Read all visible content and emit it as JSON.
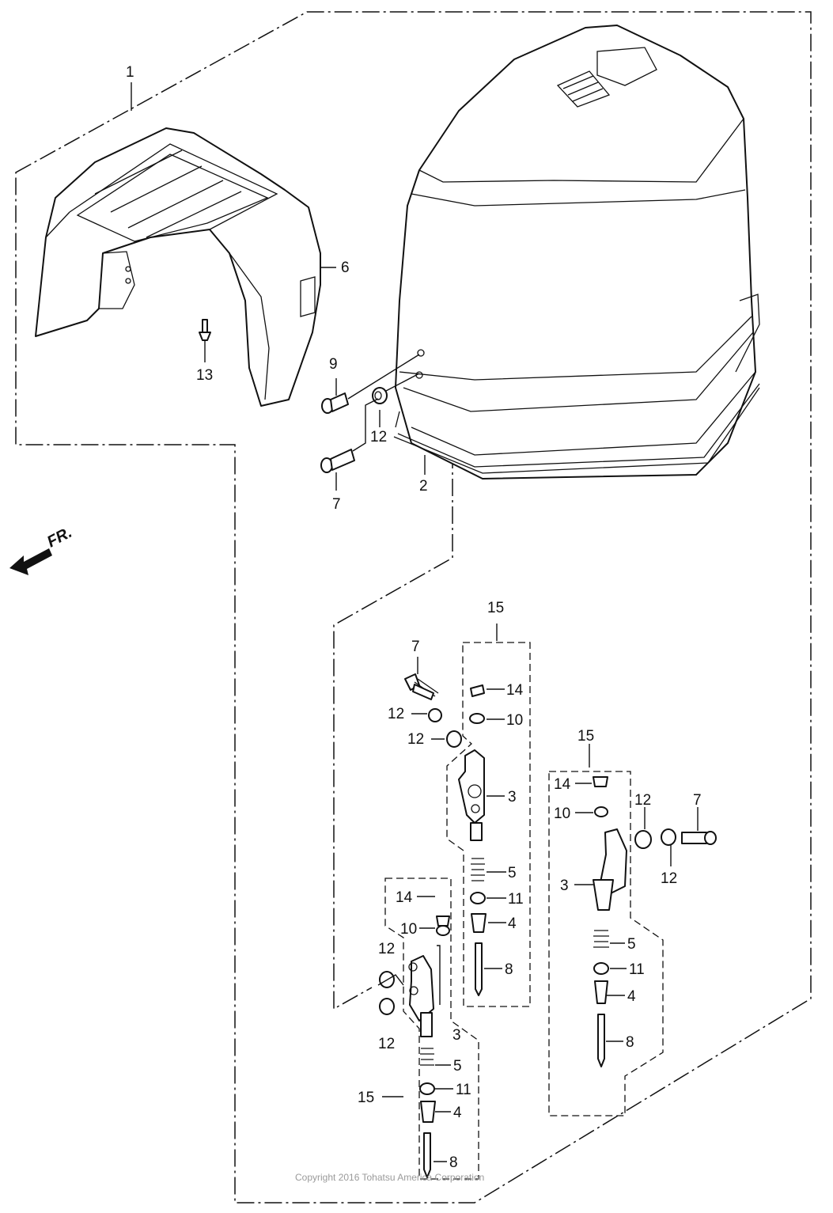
{
  "diagram": {
    "labels": {
      "l1": "1",
      "l2": "2",
      "l6": "6",
      "l7a": "7",
      "l9": "9",
      "l12a": "12",
      "l13": "13",
      "l15a": "15",
      "l7b": "7",
      "l12b": "12",
      "l12c": "12",
      "l14a": "14",
      "l10a": "10",
      "l3a": "3",
      "l5a": "5",
      "l11a": "11",
      "l4a": "4",
      "l8a": "8",
      "l14b": "14",
      "l10b": "10",
      "l12d": "12",
      "l3b": "3",
      "l12e": "12",
      "l15b": "15",
      "l5b": "5",
      "l11b": "11",
      "l4b": "4",
      "l8b": "8",
      "l15c": "15",
      "l14c": "14",
      "l10c": "10",
      "l12f": "12",
      "l7c": "7",
      "l3c": "3",
      "l12g": "12",
      "l5c": "5",
      "l11c": "11",
      "l4c": "4",
      "l8c": "8"
    },
    "front_marker": "FR.",
    "copyright": "Copyright 2016 Tohatsu America Corporation"
  }
}
